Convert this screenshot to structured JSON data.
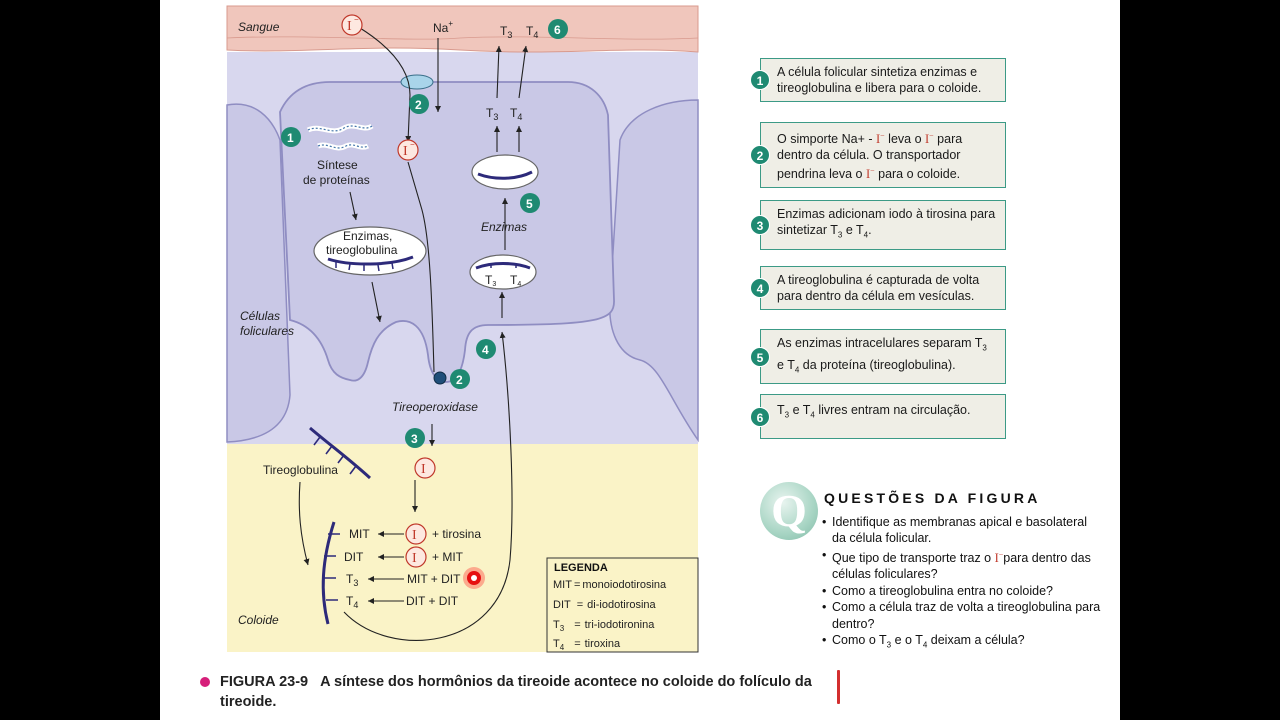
{
  "diagram": {
    "sangue": "Sangue",
    "iodide": "I",
    "iodide_charge": "−",
    "sodium": "Na",
    "sodium_charge": "+",
    "t": "T",
    "sub3": "3",
    "sub4": "4",
    "sintese_line1": "Síntese",
    "sintese_line2": "de proteínas",
    "enzimas_line1": "Enzimas,",
    "enzimas_line2": "tireoglobulina",
    "enzimas_italic": "Enzimas",
    "celulas_line1": "Células",
    "celulas_line2": "foliculares",
    "tireoperoxidase": "Tireoperoxidase",
    "tireoglobulina": "Tireoglobulina",
    "coloide": "Coloide",
    "iodo": "I",
    "mit": "MIT",
    "dit": "DIT",
    "plus_tirosina": "+ tirosina",
    "plus_mit": "+ MIT",
    "mit_plus_dit": "MIT + DIT",
    "dit_plus_dit": "DIT + DIT",
    "step_numbers": [
      "1",
      "2",
      "3",
      "4",
      "5",
      "6"
    ]
  },
  "legend": {
    "title": "LEGENDA",
    "rows": [
      {
        "key": "MIT",
        "eq": "=",
        "desc": "monoiodotirosina"
      },
      {
        "key": "DIT",
        "eq": "=",
        "desc": "di-iodotirosina"
      },
      {
        "key": "T",
        "sub": "3",
        "eq": "=",
        "desc": "tri-iodotironina"
      },
      {
        "key": "T",
        "sub": "4",
        "eq": "=",
        "desc": "tiroxina"
      }
    ]
  },
  "steps": {
    "s1": {
      "num": "1",
      "text": "A célula folicular sintetiza enzimas e tireoglobulina e libera para o coloide."
    },
    "s2": {
      "num": "2",
      "a": "O simporte Na+ - ",
      "i1": "I",
      "sup": "−",
      "b": " leva o ",
      "i2": "I",
      "c": " para dentro da célula. O transportador pendrina leva o ",
      "i3": "I",
      "d": " para o coloide."
    },
    "s3": {
      "num": "3",
      "a": "Enzimas adicionam iodo à tirosina para sintetizar T",
      "s3": "3",
      "b": " e T",
      "s4": "4",
      "c": "."
    },
    "s4": {
      "num": "4",
      "text": "A tireoglobulina é capturada de volta para dentro da célula em vesículas."
    },
    "s5": {
      "num": "5",
      "a": "As enzimas intracelulares separam T",
      "s3": "3",
      "b": " e T",
      "s4": "4",
      "c": " da proteína (tireoglobulina)."
    },
    "s6": {
      "num": "6",
      "a": "T",
      "s3": "3",
      "b": " e T",
      "s4": "4",
      "c": " livres entram na circulação."
    }
  },
  "questions": {
    "logo": "Q",
    "title": "QUESTÕES DA FIGURA",
    "q1": "Identifique as membranas apical e basolateral da célula folicular.",
    "q2a": "Que tipo de transporte traz o ",
    "q2i": "I",
    "q2sup": "−",
    "q2b": "para dentro das células foliculares?",
    "q3": "Como a tireoglobulina entra no coloide?",
    "q4": "Como a célula traz de volta a tireoglobulina para dentro?",
    "q5a": "Como o T",
    "q5s3": "3",
    "q5b": " e o T",
    "q5s4": "4",
    "q5c": " deixam a célula?"
  },
  "caption": {
    "label": "FIGURA 23-9",
    "text": "A síntese dos hormônios da tireoide acontece no coloide do folículo da tireoide."
  },
  "colors": {
    "blood": "#f0c6bc",
    "cell": "#c9c8e6",
    "cell_edge": "#8f8dc2",
    "colloid": "#faf3c7",
    "accent_green": "#1f8a72",
    "box_border": "#3c9a86",
    "iodide_red": "#c0392b"
  }
}
